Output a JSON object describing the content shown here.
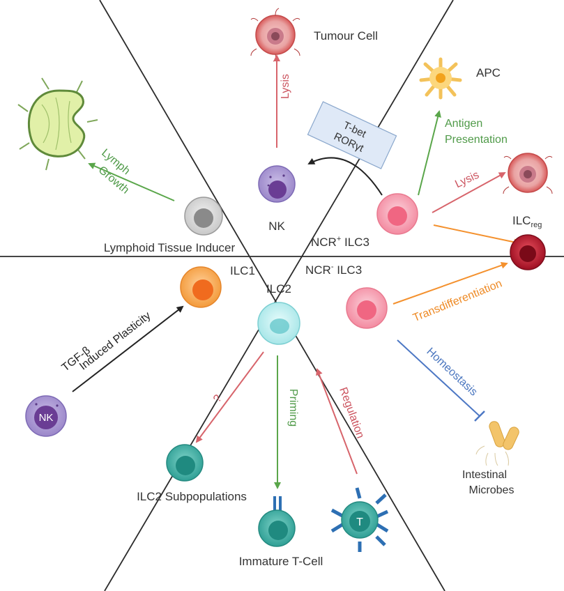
{
  "colors": {
    "divider": "#2b2b2b",
    "nk_purple": "#9a86c9",
    "nk_nucleus": "#6a3d94",
    "lti_gray": "#8a8a8a",
    "ilc1_orange": "#f39a3a",
    "ilc2_cyan": "#9fe3e6",
    "ilc3_pink": "#f37b93",
    "ilcreg_red": "#b5142b",
    "teal": "#2f9f95",
    "tumour": "#d85a5a",
    "arrow_red": "#d7646b",
    "arrow_green": "#5aa64a",
    "arrow_orange": "#f4912e",
    "arrow_blue": "#4c77c4",
    "arrow_black": "#222222",
    "text_green": "#4f9a48",
    "text_red": "#cc5560",
    "text_orange": "#ee8a25",
    "text_blue": "#4a76bf"
  },
  "labels": {
    "tumour_cell": "Tumour Cell",
    "apc": "APC",
    "lysis_top": "Lysis",
    "tbet_box_line1": "T-bet",
    "tbet_box_line2": "RORγt",
    "antigen_line1": "Antigen",
    "antigen_line2": "Presentation",
    "lysis_right": "Lysis",
    "lymph_line1": "Lymph",
    "lymph_line2": "Growth",
    "nk": "NK",
    "lymphoid_tissue_inducer": "Lymphoid Tissue Inducer",
    "ncr_plus_ilc3_prefix": "NCR",
    "ncr_plus_sup": "+",
    "ncr_plus_ilc3_suffix": " ILC3",
    "ilcreg_base": "ILC",
    "ilcreg_sub": "reg",
    "ilc1": "ILC1",
    "ncr_minus_ilc3_prefix": "NCR",
    "ncr_minus_sup": "-",
    "ncr_minus_ilc3_suffix": " ILC3",
    "ilc2": "ILC2",
    "transdifferentiation": "Transdifferentiation",
    "tgf_line1": "TGF-β",
    "tgf_line2": "Induced Plasticity",
    "homeostasis": "Homeostasis",
    "question": "?",
    "priming": "Priming",
    "regulation": "Regulation",
    "nk_cell_text": "NK",
    "intestinal_line1": "Intestinal",
    "intestinal_line2": "Microbes",
    "ilc2_subpopulations": "ILC2 Subpopulations",
    "t_cell_text": "T",
    "immature_t_cell": "Immature T-Cell"
  }
}
